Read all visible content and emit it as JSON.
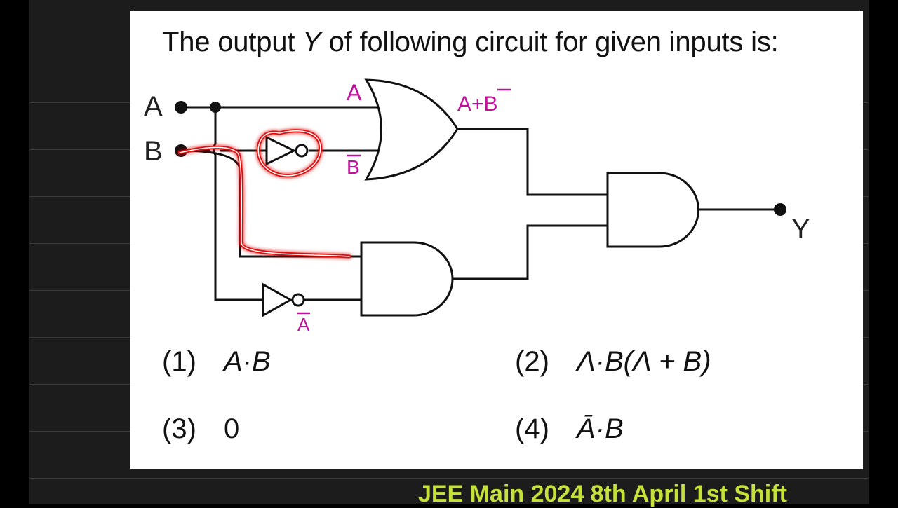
{
  "question": {
    "prefix": "The output ",
    "var": "Y",
    "suffix": " of following circuit for given inputs is:"
  },
  "circuit": {
    "input_a": "A",
    "input_b": "B",
    "output_y": "Y",
    "gates": [
      "OR",
      "AND",
      "AND",
      "NOT",
      "NOT"
    ]
  },
  "annotations": {
    "a_label": "A",
    "b_bar_label": "B",
    "or_out_label": "A+B",
    "a_bar_label": "A",
    "ink_color": "#c0119a",
    "highlight_color": "#e01010"
  },
  "options": [
    {
      "num": "(1)",
      "expr": "A·B"
    },
    {
      "num": "(2)",
      "expr": "Λ·B(Λ + B)"
    },
    {
      "num": "(3)",
      "expr": "0"
    },
    {
      "num": "(4)",
      "expr": "Ā·B"
    }
  ],
  "footer": "JEE Main 2024 8th April 1st Shift"
}
